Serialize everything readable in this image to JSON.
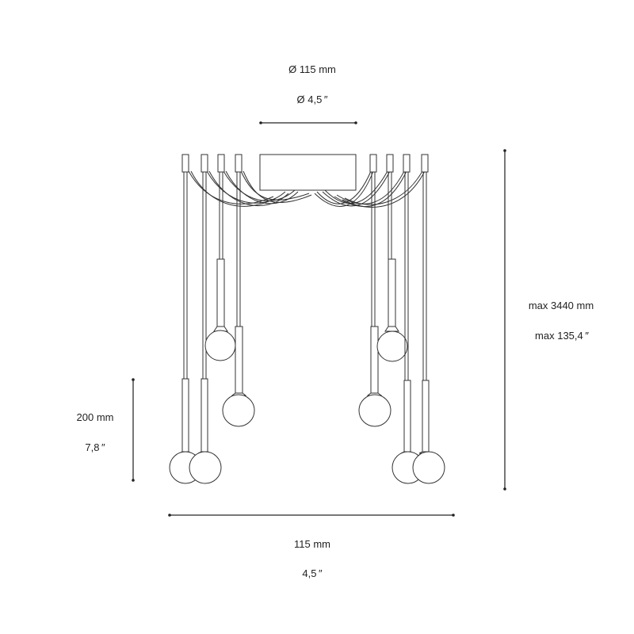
{
  "diagram": {
    "subject": "Multi-pendant chandelier dimension drawing",
    "canopy": {
      "diameter_mm_label": "Ø 115 mm",
      "diameter_in_label": "Ø 4,5 ″"
    },
    "total_height": {
      "mm_label": "max 3440 mm",
      "in_label": "max 135,4 ″"
    },
    "pendant_height": {
      "mm_label": "200 mm",
      "in_label": "7,8 ″"
    },
    "total_width": {
      "mm_label": "115 mm",
      "in_label": "4,5 ″"
    },
    "pendant_count": 8,
    "colors": {
      "line": "#333333",
      "dimension_line": "#777777",
      "background": "#ffffff"
    }
  }
}
